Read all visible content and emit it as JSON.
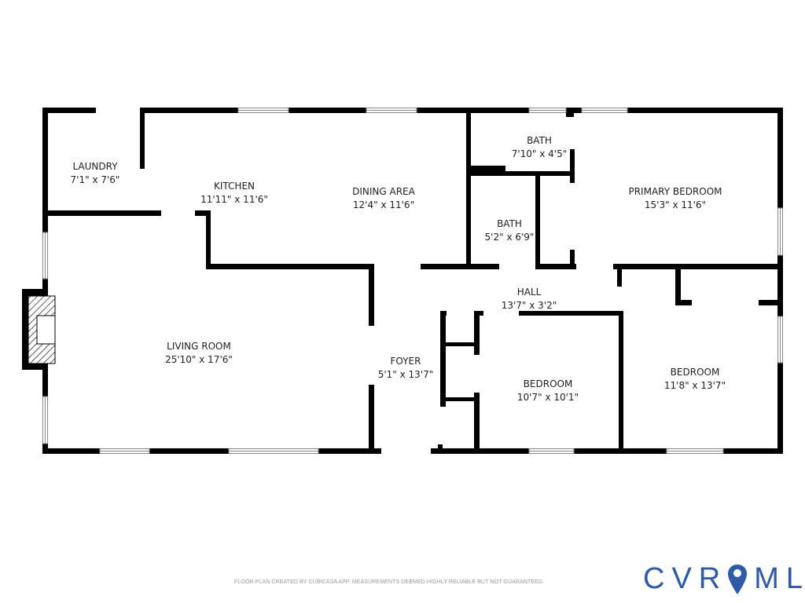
{
  "rooms": {
    "laundry": {
      "name": "LAUNDRY",
      "dims": "7'1\" x 7'6\""
    },
    "kitchen": {
      "name": "KITCHEN",
      "dims": "11'11\" x 11'6\""
    },
    "dining": {
      "name": "DINING AREA",
      "dims": "12'4\" x 11'6\""
    },
    "bath1": {
      "name": "BATH",
      "dims": "7'10\" x 4'5\""
    },
    "bath2": {
      "name": "BATH",
      "dims": "5'2\" x 6'9\""
    },
    "primary": {
      "name": "PRIMARY BEDROOM",
      "dims": "15'3\" x 11'6\""
    },
    "hall": {
      "name": "HALL",
      "dims": "13'7\" x 3'2\""
    },
    "living": {
      "name": "LIVING ROOM",
      "dims": "25'10\" x 17'6\""
    },
    "foyer": {
      "name": "FOYER",
      "dims": "5'1\" x 13'7\""
    },
    "bedroom1": {
      "name": "BEDROOM",
      "dims": "10'7\" x 10'1\""
    },
    "bedroom2": {
      "name": "BEDROOM",
      "dims": "11'8\" x 13'7\""
    }
  },
  "footer": "FLOOR PLAN CREATED BY CUBICASA APP. MEASUREMENTS DEEMED HIGHLY RELIABLE BUT NOT GUARANTEED.",
  "logo": {
    "left": "CVR",
    "right": "MLS",
    "color": "#2f5aa8"
  }
}
